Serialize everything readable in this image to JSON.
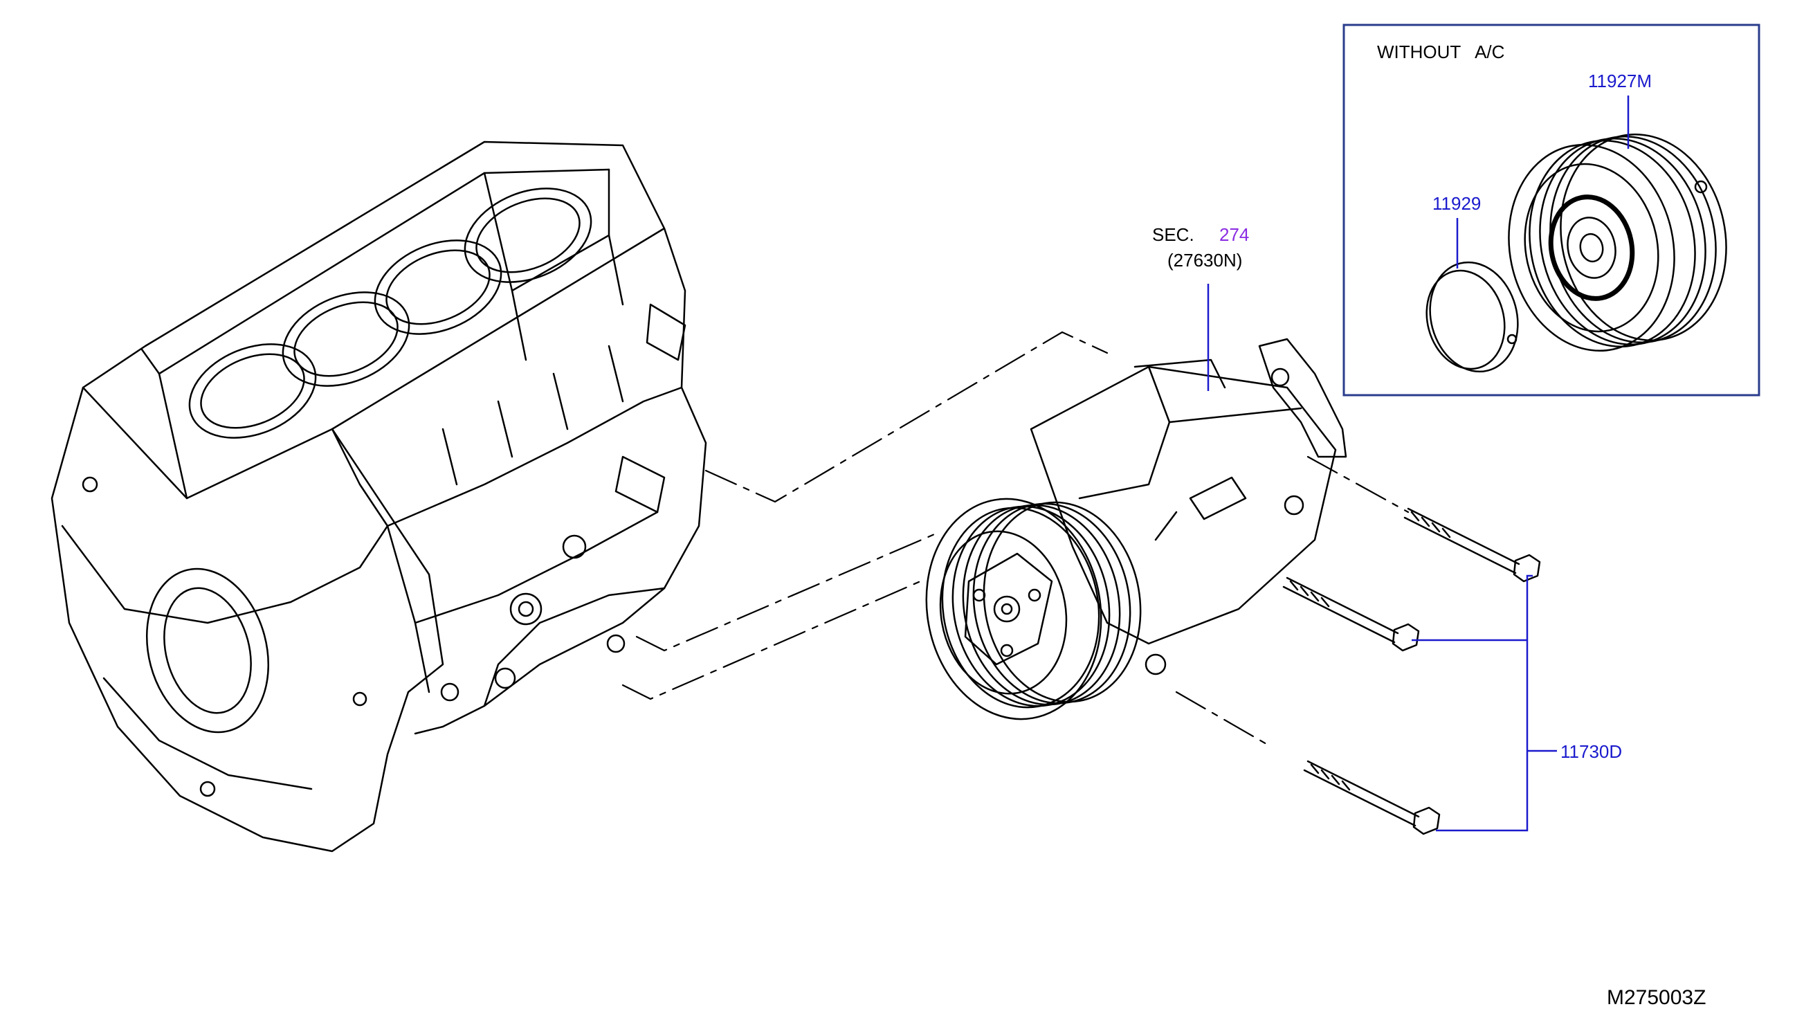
{
  "inset": {
    "title": "WITHOUT   A/C",
    "pulley_part": "11927M",
    "cap_part": "11929"
  },
  "compressor": {
    "sec_prefix": "SEC.",
    "sec_number": "274",
    "sec_part": "(27630N)"
  },
  "bolts": {
    "part": "11730D"
  },
  "figure_code": "M275003Z",
  "colors": {
    "link": "#1a1acd",
    "sec_number": "#8a2be2",
    "frame": "#2a3c8c",
    "ink": "#000000"
  }
}
